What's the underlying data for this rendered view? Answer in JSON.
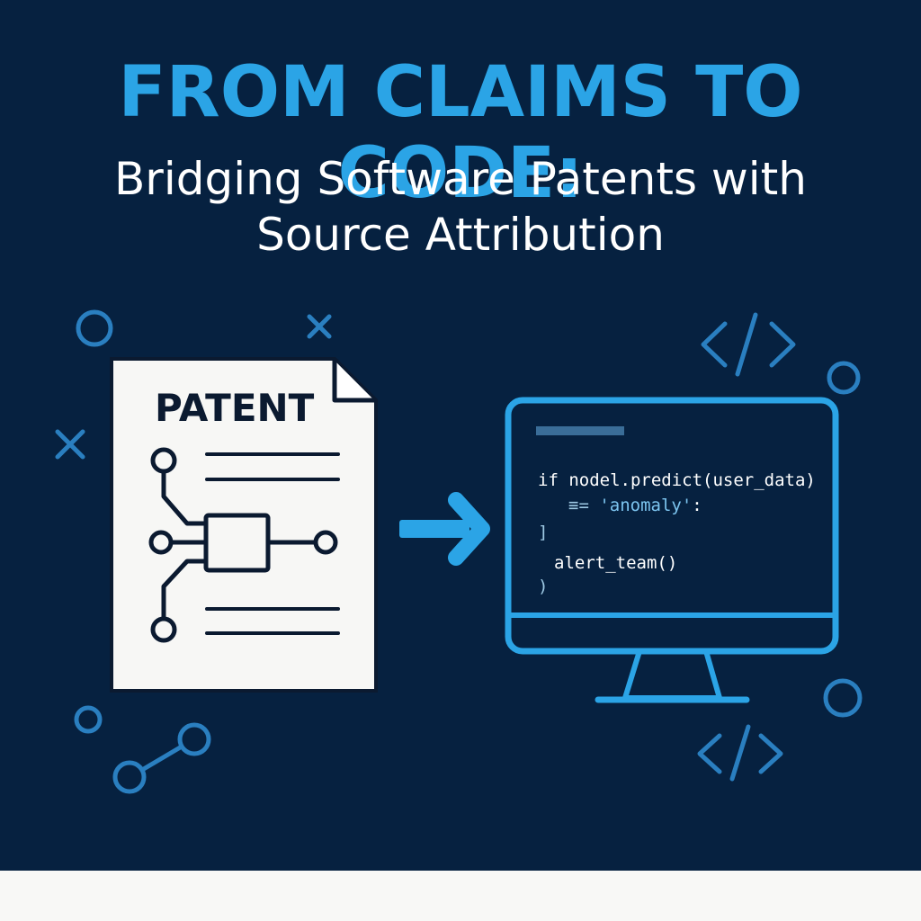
{
  "header": {
    "title": "FROM CLAIMS TO CODE:",
    "subtitle_line1": "Bridging Software Patents with",
    "subtitle_line2": "Source Attribution"
  },
  "patent": {
    "label": "PATENT"
  },
  "code": {
    "line1": "if nodel.predict(user_data)",
    "line2_op": "≡= ",
    "line2_str": "'anomaly'",
    "line2_end": ":",
    "line3": "]",
    "line4": "alert_team()",
    "line5": ")"
  },
  "colors": {
    "background": "#062140",
    "accent": "#2ba4e6",
    "paper": "#f7f7f5",
    "ink": "#0b1a30"
  },
  "icons": [
    "circle-icon",
    "cross-icon",
    "code-tag-icon",
    "connection-node-icon",
    "arrow-right-icon",
    "monitor-icon",
    "document-icon",
    "circuit-diagram-icon"
  ]
}
